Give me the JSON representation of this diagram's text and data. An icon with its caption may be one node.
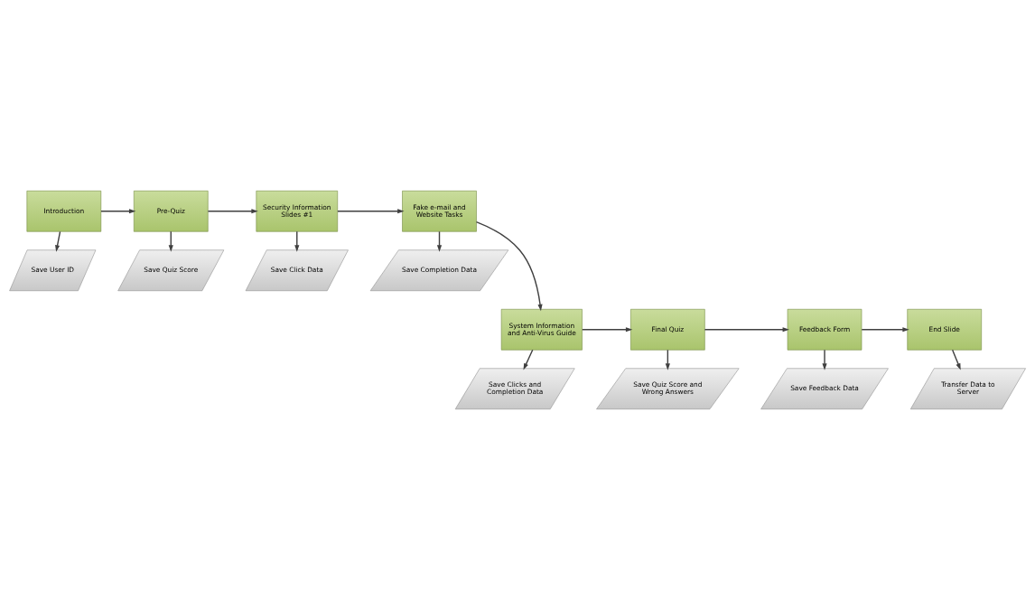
{
  "diagram": {
    "nodes": [
      {
        "text": [
          "Introduction"
        ]
      },
      {
        "text": [
          "Pre-Quiz"
        ]
      },
      {
        "text": [
          "Security Information Slides #1"
        ]
      },
      {
        "text": [
          "Fake e-mail and Website Tasks"
        ]
      },
      {
        "text": [
          "Save User ID"
        ]
      },
      {
        "text": [
          "Save Quiz Score"
        ]
      },
      {
        "text": [
          "Save Click Data"
        ]
      },
      {
        "text": [
          "Save Completion Data"
        ]
      },
      {
        "text": [
          "System Information and Anti-Virus Guide"
        ]
      },
      {
        "text": [
          "Final Quiz"
        ]
      },
      {
        "text": [
          "Feedback Form"
        ]
      },
      {
        "text": [
          "End Slide"
        ]
      },
      {
        "text": [
          "Save Clicks and Completion Data"
        ]
      },
      {
        "text": [
          "Save Quiz Score and Wrong Answers"
        ]
      },
      {
        "text": [
          "Save Feedback Data"
        ]
      },
      {
        "text": [
          "Transfer Data to Server"
        ]
      }
    ],
    "edges": [
      {
        "from": 0,
        "to": 1,
        "arrow": "to"
      },
      {
        "from": 1,
        "to": 2,
        "arrow": "to"
      },
      {
        "from": 2,
        "to": 3,
        "arrow": "to"
      },
      {
        "from": 3,
        "to": 8,
        "arrow": "to"
      },
      {
        "from": 0,
        "to": 4,
        "arrow": "to"
      },
      {
        "from": 1,
        "to": 5,
        "arrow": "to"
      },
      {
        "from": 2,
        "to": 6,
        "arrow": "to"
      },
      {
        "from": 3,
        "to": 7,
        "arrow": "to"
      },
      {
        "from": 8,
        "to": 9,
        "arrow": "to"
      },
      {
        "from": 9,
        "to": 10,
        "arrow": "to"
      },
      {
        "from": 10,
        "to": 11,
        "arrow": "to"
      },
      {
        "from": 8,
        "to": 12,
        "arrow": "to"
      },
      {
        "from": 9,
        "to": 13,
        "arrow": "to"
      },
      {
        "from": 10,
        "to": 14,
        "arrow": "to"
      },
      {
        "from": 11,
        "to": 15,
        "arrow": "to"
      }
    ]
  }
}
